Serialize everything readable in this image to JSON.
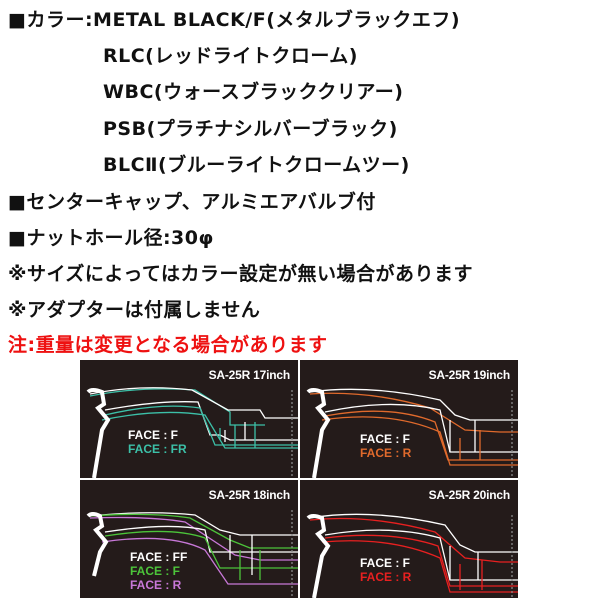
{
  "spec_lines": [
    {
      "text": "■カラー:METAL BLACK/F(メタルブラックエフ)"
    },
    {
      "text": "RLC(レッドライトクローム)"
    },
    {
      "text": "WBC(ウォースブラッククリアー)"
    },
    {
      "text": "PSB(プラチナシルバーブラック)"
    },
    {
      "text": "BLCⅡ(ブルーライトクロームツー)"
    },
    {
      "text": "■センターキャップ、アルミエアバルブ付"
    },
    {
      "text": "■ナットホール径:30φ"
    },
    {
      "text": "※サイズによってはカラー設定が無い場合があります"
    },
    {
      "text": "※アダプターは付属しません"
    },
    {
      "text": "注:重量は変更となる場合があります"
    }
  ],
  "colors": {
    "text": "#111111",
    "warning": "#ee1111",
    "panel_bg": "#241b1a",
    "white_line": "#ffffff",
    "teal": "#3cc0a8",
    "orange": "#e06a2c",
    "green": "#4cc43a",
    "purple": "#c878d8",
    "red": "#e82020"
  },
  "diagrams": [
    {
      "title": "SA-25R 17inch",
      "legend": [
        {
          "label": "FACE : F",
          "color": "#ffffff"
        },
        {
          "label": "FACE : FR",
          "color": "#3cc0a8"
        }
      ]
    },
    {
      "title": "SA-25R 19inch",
      "legend": [
        {
          "label": "FACE : F",
          "color": "#ffffff"
        },
        {
          "label": "FACE : R",
          "color": "#e06a2c"
        }
      ]
    },
    {
      "title": "SA-25R 18inch",
      "legend": [
        {
          "label": "FACE : FF",
          "color": "#ffffff"
        },
        {
          "label": "FACE : F",
          "color": "#4cc43a"
        },
        {
          "label": "FACE : R",
          "color": "#c878d8"
        }
      ]
    },
    {
      "title": "SA-25R 20inch",
      "legend": [
        {
          "label": "FACE : F",
          "color": "#ffffff"
        },
        {
          "label": "FACE : R",
          "color": "#e82020"
        }
      ]
    }
  ]
}
